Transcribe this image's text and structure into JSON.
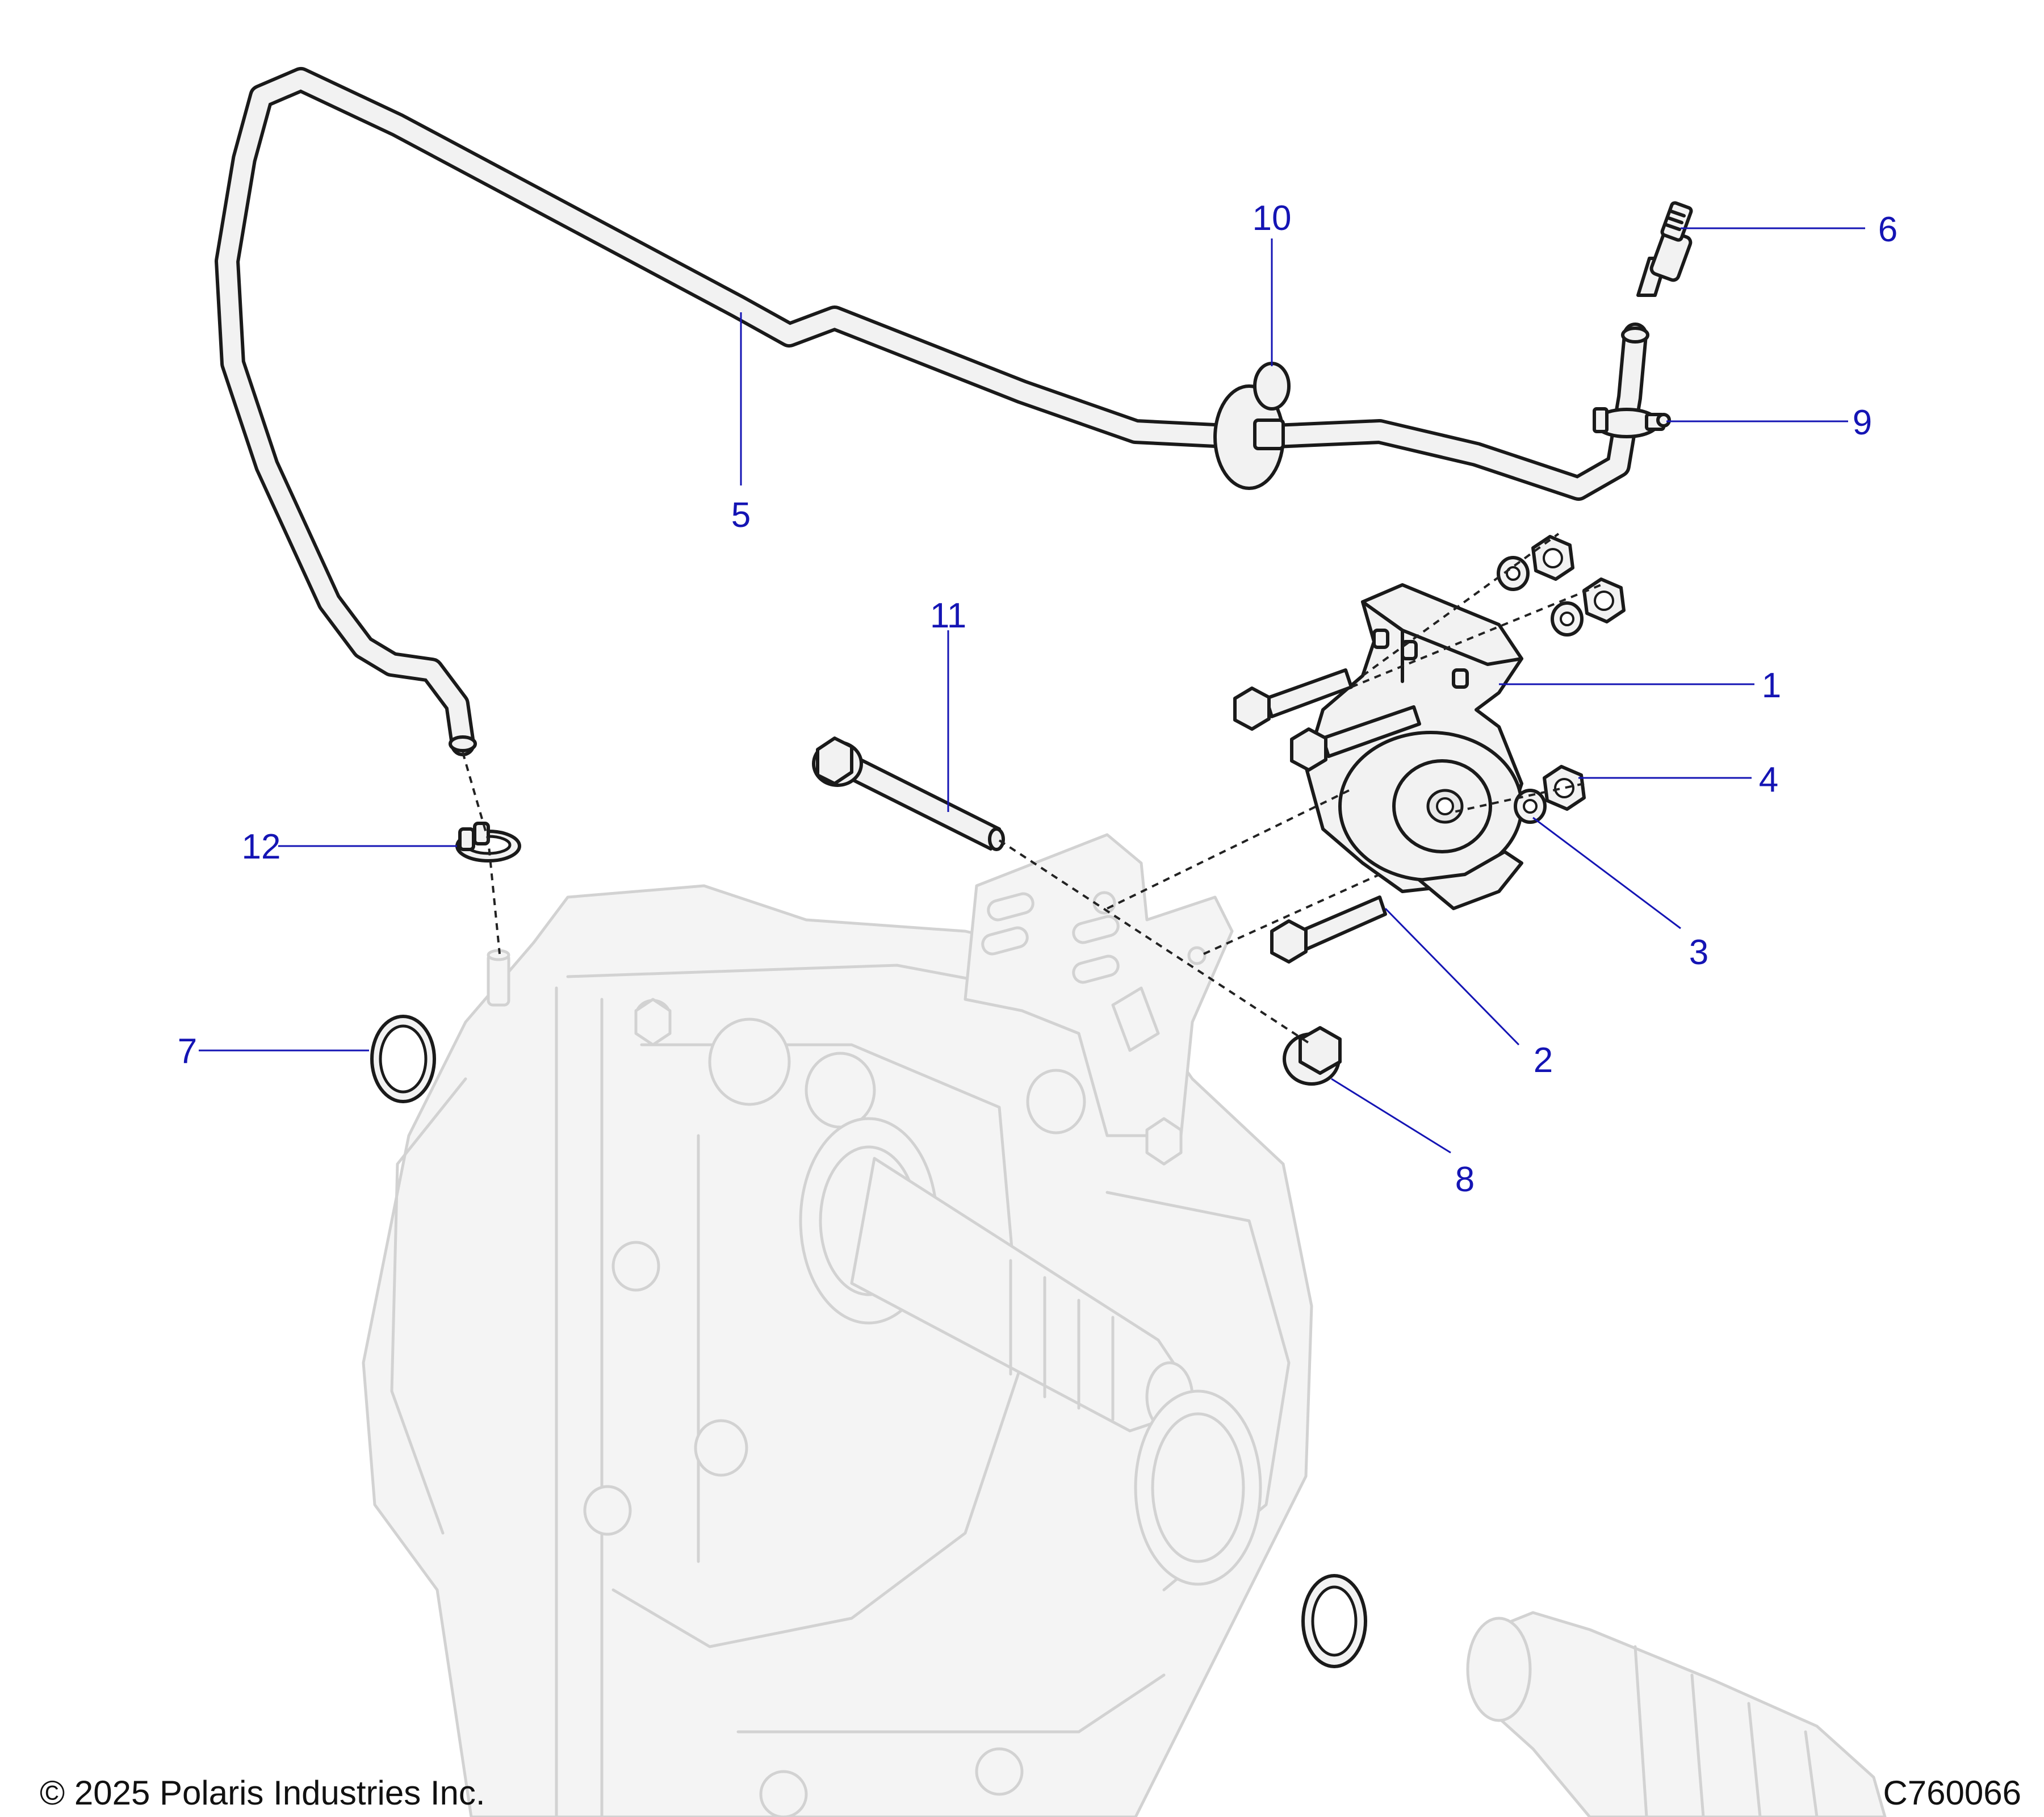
{
  "callouts": [
    {
      "id": "1",
      "label": "1",
      "part": "mount bracket"
    },
    {
      "id": "2",
      "label": "2",
      "part": "bolt"
    },
    {
      "id": "3",
      "label": "3",
      "part": "washer"
    },
    {
      "id": "4",
      "label": "4",
      "part": "nut"
    },
    {
      "id": "5",
      "label": "5",
      "part": "vent hose"
    },
    {
      "id": "6",
      "label": "6",
      "part": "vent fitting"
    },
    {
      "id": "7",
      "label": "7",
      "part": "o-ring"
    },
    {
      "id": "8",
      "label": "8",
      "part": "flange nut"
    },
    {
      "id": "9",
      "label": "9",
      "part": "hose clamp"
    },
    {
      "id": "10",
      "label": "10",
      "part": "cable tie clamp"
    },
    {
      "id": "11",
      "label": "11",
      "part": "long bolt"
    },
    {
      "id": "12",
      "label": "12",
      "part": "spring clamp"
    }
  ],
  "footer": {
    "copyright": "© 2025 Polaris Industries Inc.",
    "drawing_id": "C760066"
  },
  "colors": {
    "callout": "#1414b4",
    "outline": "#1a1a1a",
    "ghost": "#d2d2d2"
  }
}
